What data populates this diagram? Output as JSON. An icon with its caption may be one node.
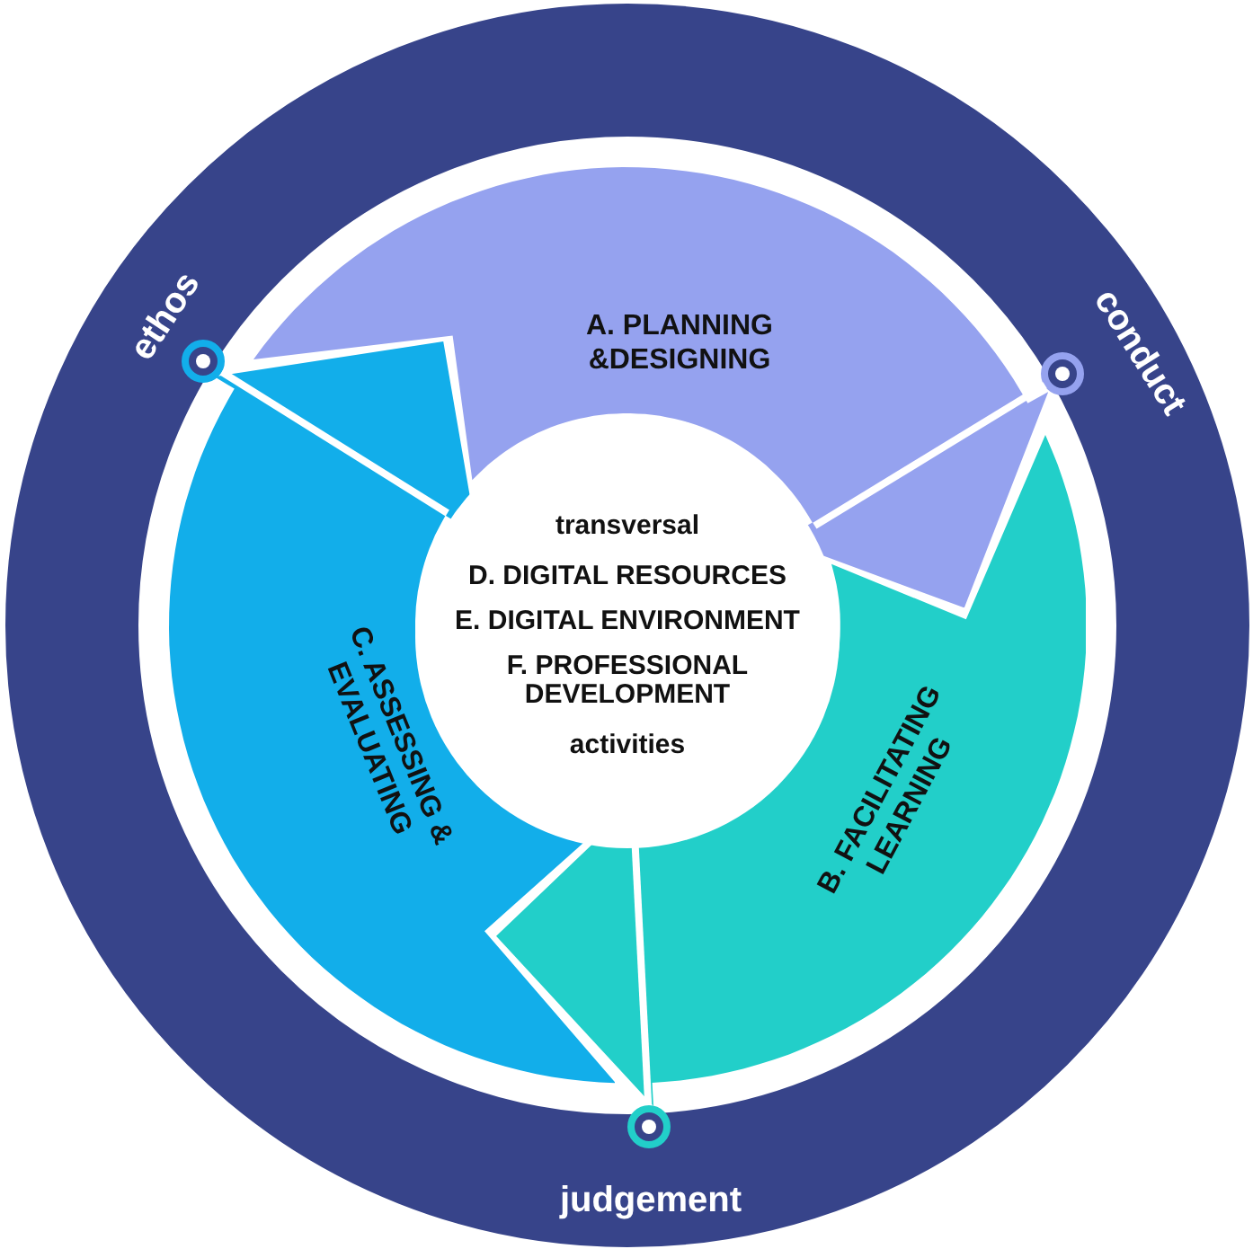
{
  "diagram": {
    "nodes": [
      {
        "text": [
          "ethos",
          "conduct",
          "judgement"
        ]
      },
      {
        "text": [],
        "shape": "circle",
        "in": 0
      },
      {
        "text": [],
        "shape": "circle",
        "in": 0
      },
      {
        "text": [],
        "shape": "circle",
        "in": 0
      },
      {
        "text": [
          "A. PLANNING &DESIGNING"
        ],
        "in": 0
      },
      {
        "text": [
          "B. FACILITATING LEARNING"
        ],
        "in": 0
      },
      {
        "text": [
          "C. ASSESSING & EVALUATING"
        ],
        "in": 0
      },
      {
        "text": [
          "transversal",
          "D. DIGITAL RESOURCES",
          "E. DIGITAL ENVIRONMENT",
          "F. PROFESSIONAL DEVELOPMENT",
          "activities"
        ],
        "in": 0
      }
    ],
    "edges": [
      {
        "from": 1,
        "to": 7,
        "arrow": "none"
      },
      {
        "from": 2,
        "to": 7,
        "arrow": "none"
      },
      {
        "from": 3,
        "to": 7,
        "arrow": "none"
      }
    ]
  }
}
